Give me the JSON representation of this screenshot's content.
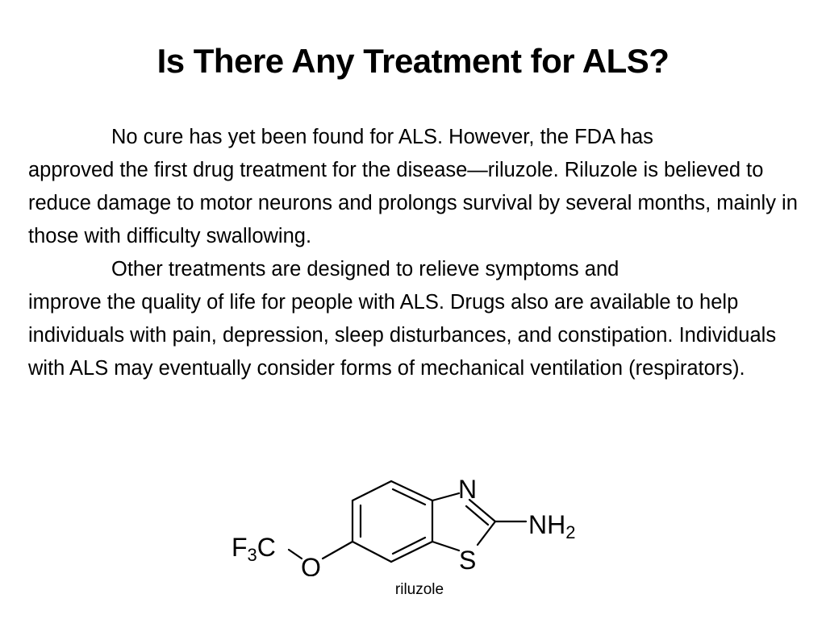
{
  "slide": {
    "title": "Is There Any Treatment for ALS?",
    "paragraph1_line1": "No cure has yet been found for ALS. However, the FDA has",
    "paragraph1_rest": "approved the first drug treatment for the disease—riluzole. Riluzole is believed to reduce damage to motor neurons and prolongs survival by several months, mainly in those with difficulty swallowing.",
    "paragraph2_line1": "Other treatments are designed to relieve symptoms and",
    "paragraph2_rest": "improve the quality of life for people with ALS.  Drugs also are available to help individuals with pain, depression, sleep disturbances, and constipation.  Individuals with ALS  may eventually consider forms of  mechanical ventilation (respirators)."
  },
  "molecule": {
    "atom_n": "N",
    "atom_s": "S",
    "atom_o": "O",
    "group_nh": "NH",
    "group_nh_sub": "2",
    "group_f": "F",
    "group_f_sub": "3",
    "group_c": "C",
    "caption": "riluzole"
  }
}
